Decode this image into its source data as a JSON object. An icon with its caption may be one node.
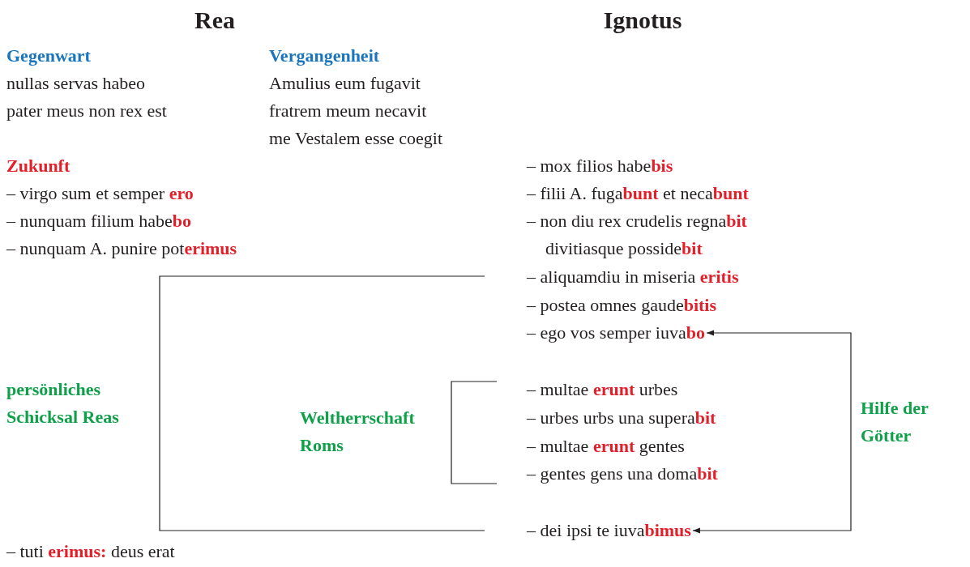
{
  "diagram": {
    "nodes": [
      {
        "text": [
          "– ego vos semper iuva**bo**"
        ]
      },
      {
        "text": [
          "– dei ipsi te iuva**bimus**"
        ]
      }
    ],
    "edges": [
      {
        "from": 0,
        "to": 1,
        "arrow": "both",
        "label": "Hilfe der Götter"
      }
    ],
    "labels": [
      "Rea",
      "Ignotus",
      "Gegenwart",
      "Vergangenheit",
      "nullas servas habeo",
      "Amulius eum fugavit",
      "pater meus non rex est",
      "fratrem meum necavit",
      "me Vestalem esse coegit",
      "Zukunft",
      "– mox filios habe**bis**",
      "– virgo sum et semper **ero**",
      "– filii A. fuga**bunt** et neca**bunt**",
      "– nunquam filium habe**bo**",
      "– non diu rex crudelis regna**bit** divitiasque posside**bit**",
      "– nunquam A. punire pot**erimus**",
      "– aliquamdiu in miseria **eritis**",
      "– postea omnes gaude**bitis**",
      "persönliches Schicksal Reas",
      "Weltherrschaft Roms",
      "– multae **erunt** urbes",
      "– urbes urbs una supera**bit**",
      "– multae **erunt** gentes",
      "– gentes gens una doma**bit**",
      "– tuti **erimus:** deus erat"
    ]
  }
}
